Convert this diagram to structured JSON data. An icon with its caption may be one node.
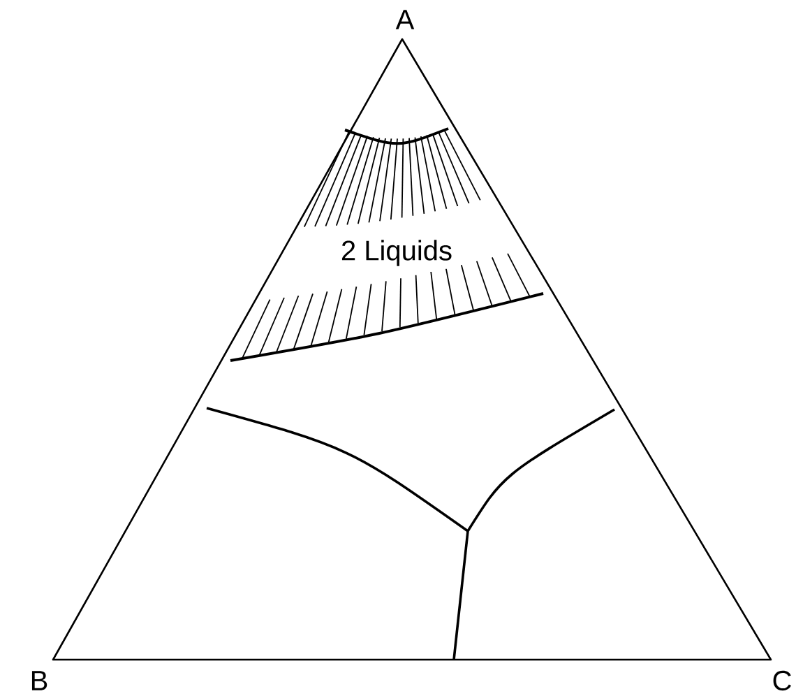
{
  "diagram": {
    "labels": [
      "A",
      "B",
      "C",
      "2 Liquids"
    ]
  }
}
